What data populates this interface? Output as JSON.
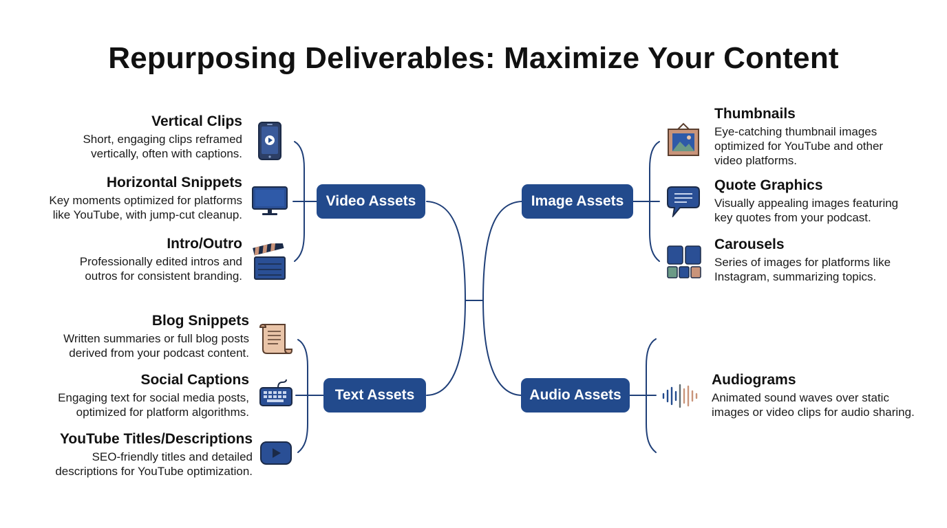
{
  "title": "Repurposing Deliverables: Maximize Your Content",
  "colors": {
    "hub_fill": "#224a8c",
    "line": "#1f3f78",
    "accent_tan": "#c9947a",
    "accent_green": "#6b9a86",
    "accent_gray": "#5f6b72"
  },
  "hubs": {
    "video": "Video Assets",
    "text": "Text Assets",
    "image": "Image Assets",
    "audio": "Audio Assets"
  },
  "video_items": [
    {
      "title": "Vertical Clips",
      "desc": [
        "Short, engaging clips reframed",
        "vertically, often with captions."
      ],
      "icon": "smartphone-play-icon"
    },
    {
      "title": "Horizontal Snippets",
      "desc": [
        "Key moments optimized for platforms",
        "like YouTube, with jump-cut cleanup."
      ],
      "icon": "monitor-icon"
    },
    {
      "title": "Intro/Outro",
      "desc": [
        "Professionally edited intros and",
        "outros for consistent branding."
      ],
      "icon": "clapperboard-icon"
    }
  ],
  "text_items": [
    {
      "title": "Blog Snippets",
      "desc": [
        "Written summaries or full blog posts",
        "derived from your podcast content."
      ],
      "icon": "scroll-icon"
    },
    {
      "title": "Social Captions",
      "desc": [
        "Engaging text for social media posts,",
        "optimized for platform algorithms."
      ],
      "icon": "keyboard-icon"
    },
    {
      "title": "YouTube Titles/Descriptions",
      "desc": [
        "SEO-friendly titles and detailed",
        "descriptions for YouTube optimization."
      ],
      "icon": "youtube-play-icon"
    }
  ],
  "image_items": [
    {
      "title": "Thumbnails",
      "desc": [
        "Eye-catching thumbnail images",
        "optimized for YouTube and other",
        "video platforms."
      ],
      "icon": "framed-picture-icon"
    },
    {
      "title": "Quote Graphics",
      "desc": [
        "Visually appealing images featuring",
        "key quotes from your podcast."
      ],
      "icon": "speech-bubble-icon"
    },
    {
      "title": "Carousels",
      "desc": [
        "Series of images for platforms like",
        "Instagram, summarizing topics."
      ],
      "icon": "carousel-grid-icon"
    }
  ],
  "audio_items": [
    {
      "title": "Audiograms",
      "desc": [
        "Animated sound waves over static",
        "images or video clips for audio sharing."
      ],
      "icon": "sound-wave-icon"
    }
  ]
}
